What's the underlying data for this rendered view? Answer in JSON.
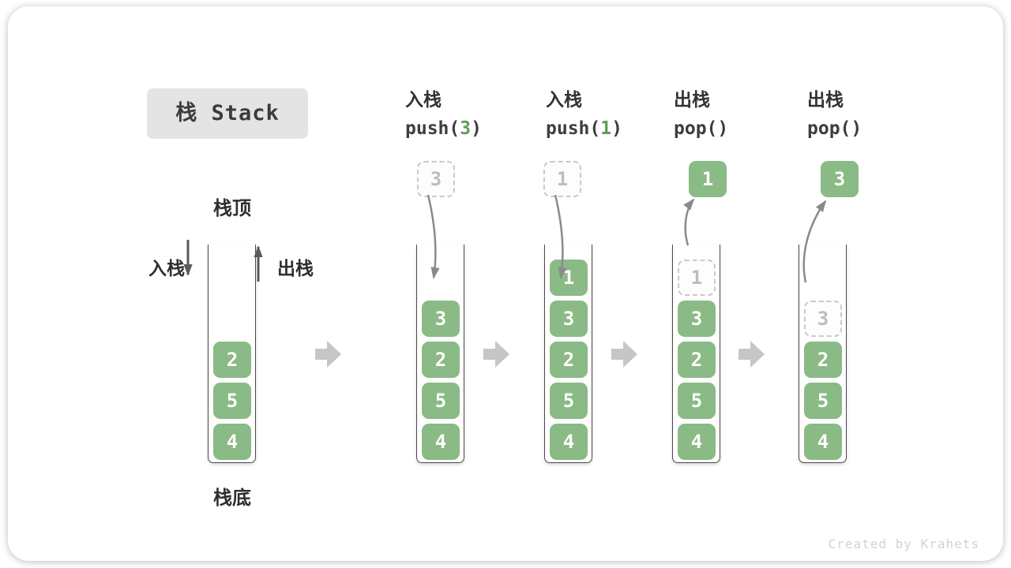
{
  "title_badge": "栈 Stack",
  "watermark": "Created by Krahets",
  "annotations": {
    "stack_top": "栈顶",
    "stack_bottom": "栈底",
    "push_side": "入栈",
    "pop_side": "出栈"
  },
  "operations": [
    {
      "name": "入栈",
      "code_prefix": "push(",
      "code_arg": "3",
      "code_suffix": ")"
    },
    {
      "name": "入栈",
      "code_prefix": "push(",
      "code_arg": "1",
      "code_suffix": ")"
    },
    {
      "name": "出栈",
      "code_prefix": "pop(",
      "code_arg": "",
      "code_suffix": ")"
    },
    {
      "name": "出栈",
      "code_prefix": "pop(",
      "code_arg": "",
      "code_suffix": ")"
    }
  ],
  "stacks": [
    {
      "cells": [
        {
          "value": "2",
          "ghost": false
        },
        {
          "value": "5",
          "ghost": false
        },
        {
          "value": "4",
          "ghost": false
        }
      ]
    },
    {
      "floating": {
        "value": "3",
        "ghost": true
      },
      "cells": [
        {
          "value": "3",
          "ghost": false
        },
        {
          "value": "2",
          "ghost": false
        },
        {
          "value": "5",
          "ghost": false
        },
        {
          "value": "4",
          "ghost": false
        }
      ]
    },
    {
      "floating": {
        "value": "1",
        "ghost": true
      },
      "cells": [
        {
          "value": "1",
          "ghost": false
        },
        {
          "value": "3",
          "ghost": false
        },
        {
          "value": "2",
          "ghost": false
        },
        {
          "value": "5",
          "ghost": false
        },
        {
          "value": "4",
          "ghost": false
        }
      ]
    },
    {
      "floating": {
        "value": "1",
        "ghost": false
      },
      "cells": [
        {
          "value": "1",
          "ghost": true
        },
        {
          "value": "3",
          "ghost": false
        },
        {
          "value": "2",
          "ghost": false
        },
        {
          "value": "5",
          "ghost": false
        },
        {
          "value": "4",
          "ghost": false
        }
      ]
    },
    {
      "floating": {
        "value": "3",
        "ghost": false
      },
      "cells": [
        {
          "value": "3",
          "ghost": true
        },
        {
          "value": "2",
          "ghost": false
        },
        {
          "value": "5",
          "ghost": false
        },
        {
          "value": "4",
          "ghost": false
        }
      ]
    }
  ],
  "colors": {
    "cell_green": "#8aba85",
    "code_green": "#5ba151",
    "badge_bg": "#e4e4e4",
    "curved_arrow": "#8a8a8a",
    "side_arrow": "#5a5a5a",
    "block_arrow": "#c6c6c6"
  }
}
